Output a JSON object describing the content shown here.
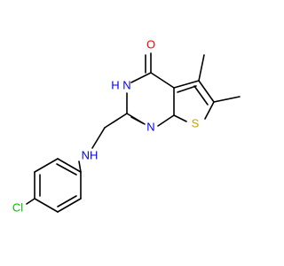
{
  "molecule": {
    "atoms": [
      {
        "id": "O1",
        "label": "O",
        "color": "#ff0000"
      },
      {
        "id": "N3",
        "label": "N",
        "color": "#0000ff"
      },
      {
        "id": "H3",
        "label": "H",
        "color": "#0000ff"
      },
      {
        "id": "N1",
        "label": "N",
        "color": "#0000ff"
      },
      {
        "id": "S1",
        "label": "S",
        "color": "#c8a000"
      },
      {
        "id": "NH",
        "label": "NH",
        "color": "#0000ff"
      },
      {
        "id": "Cl",
        "label": "Cl",
        "color": "#00c000"
      }
    ]
  }
}
